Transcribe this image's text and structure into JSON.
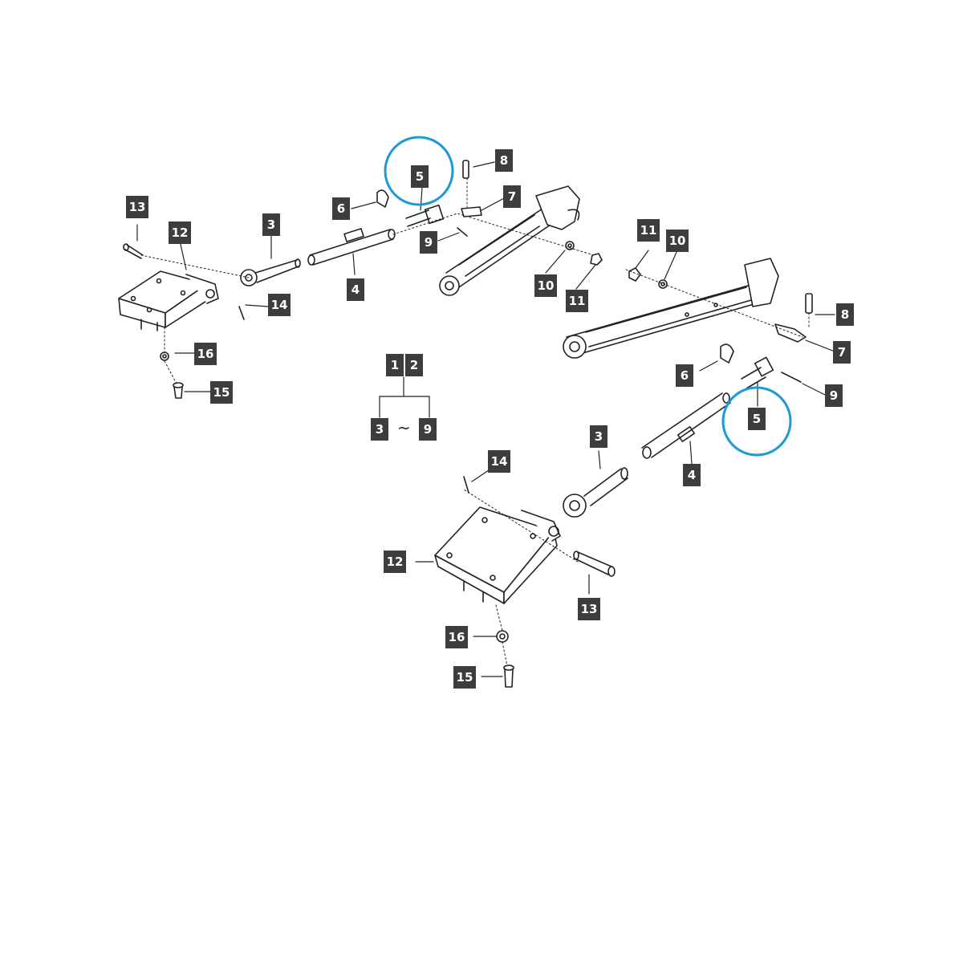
{
  "accent_color": "#1a9ad6",
  "callouts": {
    "top_left": {
      "p13": "13",
      "p12": "12",
      "p3": "3",
      "p6": "6",
      "p5": "5",
      "p8": "8",
      "p7": "7",
      "p9": "9",
      "p4": "4",
      "p14": "14",
      "p10": "10",
      "p11": "11",
      "p16": "16",
      "p15": "15"
    },
    "top_right": {
      "p11": "11",
      "p10": "10",
      "p8": "8",
      "p7": "7",
      "p9": "9",
      "p6": "6",
      "p5": "5",
      "p4": "4",
      "p3": "3"
    },
    "bottom": {
      "p14": "14",
      "p12": "12",
      "p13": "13",
      "p16": "16",
      "p15": "15"
    },
    "kit": {
      "k1": "1",
      "k2": "2",
      "k_from": "3",
      "k_to": "9",
      "tilde": "~"
    }
  },
  "highlighted_part": "5"
}
